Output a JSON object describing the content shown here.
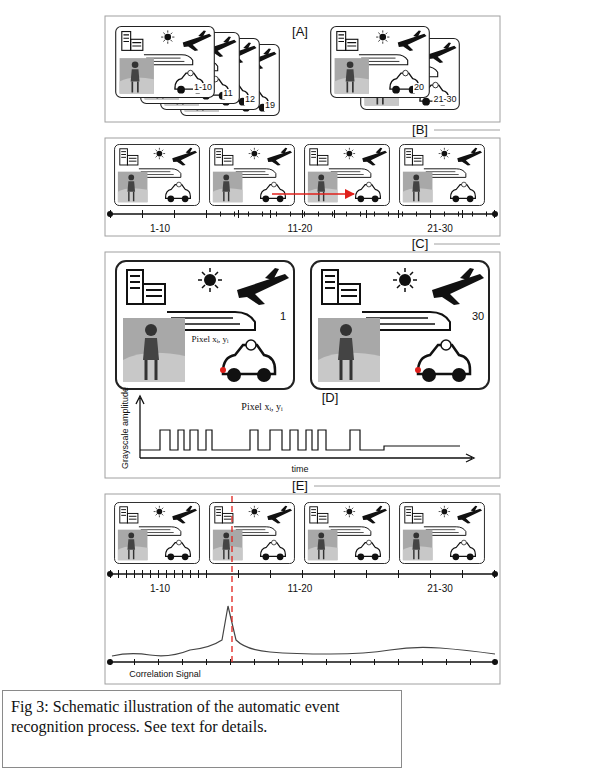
{
  "diagram": {
    "caption": "Fig 3: Schematic illustration of the automatic event recognition process. See text for details.",
    "labels": [
      "[A]",
      "1-10",
      "11",
      "12",
      "19",
      "20",
      "21-30",
      "[B]",
      "1-10",
      "11-20",
      "21-30",
      "[C]",
      "1",
      "Pixel xᵢ, yᵢ",
      "30",
      "[D]",
      "Grayscale amplitude",
      "Pixel xᵢ, yᵢ",
      "time",
      "[E]",
      "1-10",
      "11-20",
      "21-30",
      "Correlation Signal"
    ]
  }
}
